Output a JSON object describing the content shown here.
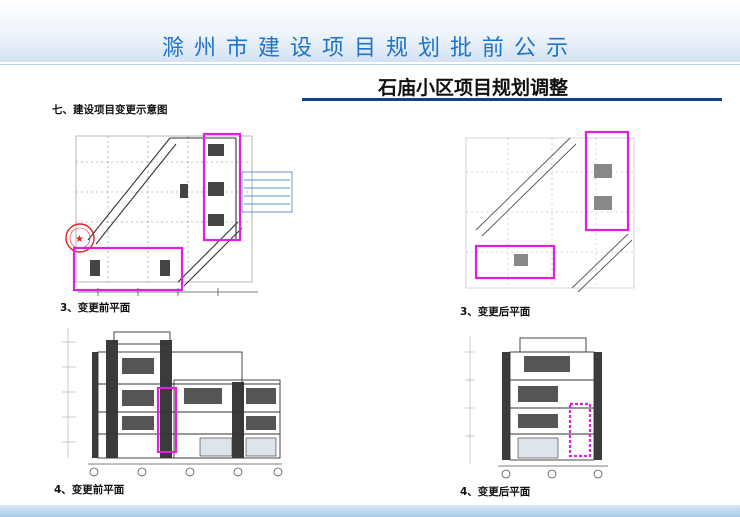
{
  "header": {
    "title": "滁州市建设项目规划批前公示"
  },
  "subtitle": "石庙小区项目规划调整",
  "section_title": "七、建设项目变更示意图",
  "panels": {
    "plan_before_label": "3、变更前平面",
    "plan_after_label": "3、变更后平面",
    "elev_before_label": "4、变更前平面",
    "elev_after_label": "4、变更后平面"
  },
  "colors": {
    "brand_blue": "#1f73c9",
    "rule_navy": "#123f86",
    "highlight_magenta": "#e020e0"
  }
}
